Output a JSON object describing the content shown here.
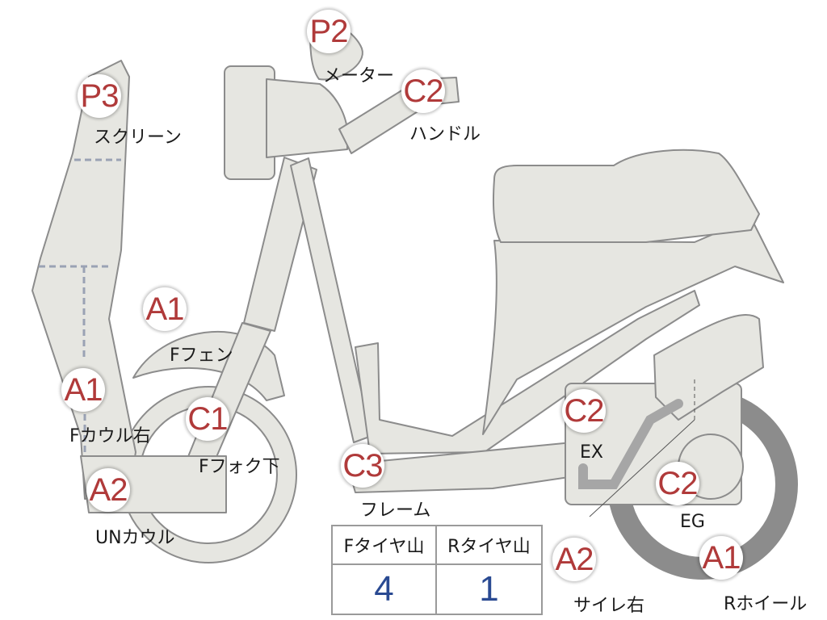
{
  "colors": {
    "body_fill": "#e6e6e1",
    "outline": "#8c8c8c",
    "badge_text": "#b03a3a",
    "tread_value": "#2a4a92",
    "dashed": "#9aa2b4"
  },
  "parts": [
    {
      "grade": "P2",
      "label": "メーター"
    },
    {
      "grade": "C2",
      "label": "ハンドル"
    },
    {
      "grade": "P3",
      "label": "スクリーン"
    },
    {
      "grade": "A1",
      "label": "Fフェン"
    },
    {
      "grade": "A1",
      "label": "Fカウル右"
    },
    {
      "grade": "C1",
      "label": "Fフォク下"
    },
    {
      "grade": "A2",
      "label": "UNカウル"
    },
    {
      "grade": "C3",
      "label": "フレーム"
    },
    {
      "grade": "C2",
      "label": "EX"
    },
    {
      "grade": "C2",
      "label": "EG"
    },
    {
      "grade": "A2",
      "label": "サイレ右"
    },
    {
      "grade": "A1",
      "label": "Rホイール"
    }
  ],
  "tread": {
    "front_label": "Fタイヤ山",
    "rear_label": "Rタイヤ山",
    "front_value": "4",
    "rear_value": "1"
  }
}
